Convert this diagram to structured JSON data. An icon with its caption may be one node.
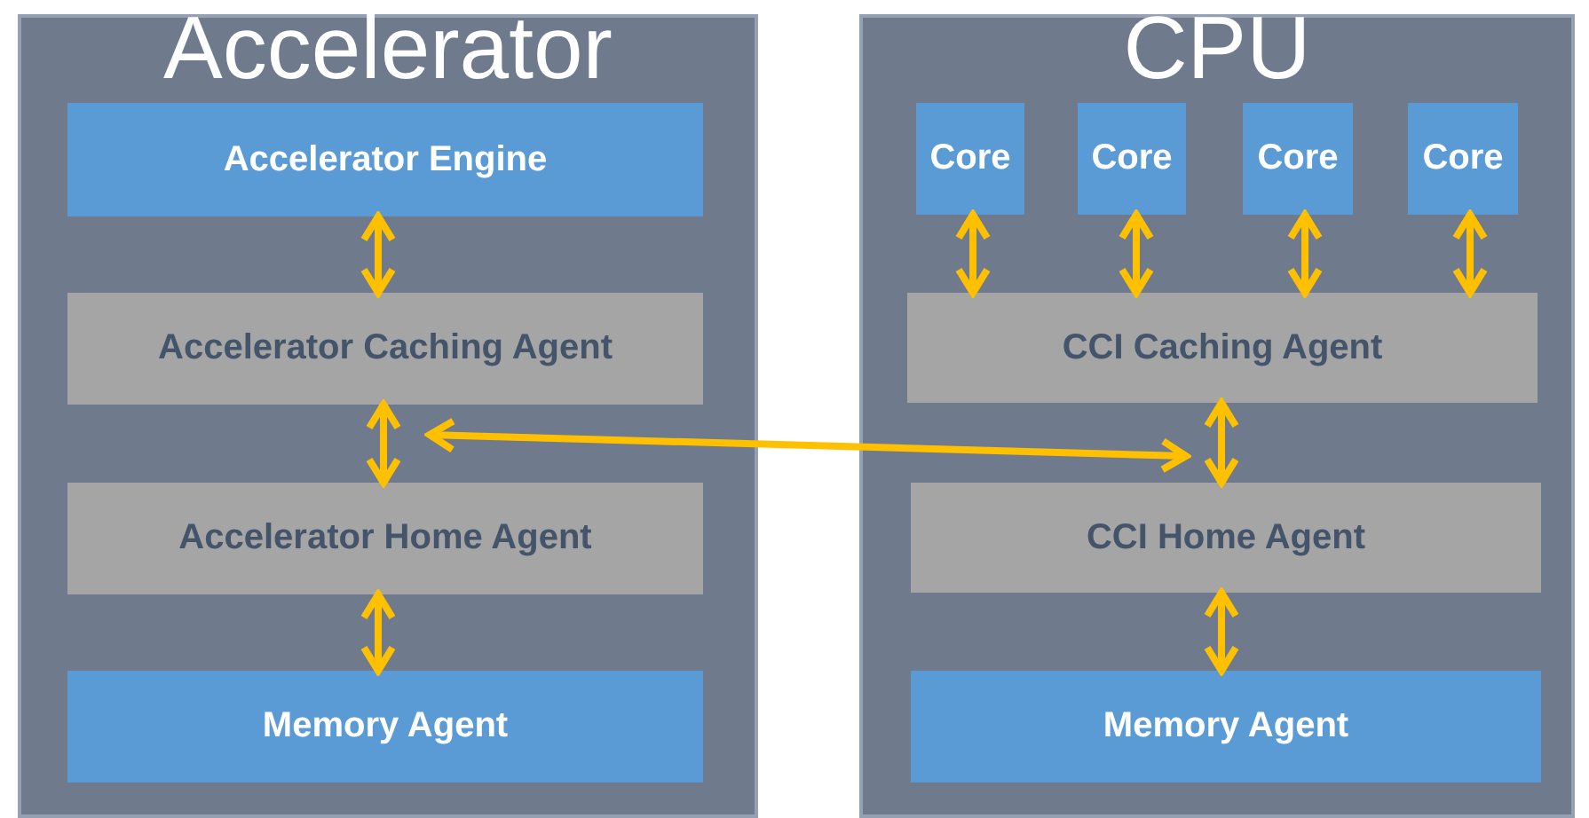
{
  "diagram": {
    "nodes": [
      {
        "text": [
          "Accelerator"
        ]
      },
      {
        "text": [
          "Accelerator Engine"
        ],
        "in": 0
      },
      {
        "text": [
          "Accelerator Caching Agent"
        ],
        "in": 0
      },
      {
        "text": [
          "Accelerator Home Agent"
        ],
        "in": 0
      },
      {
        "text": [
          "Memory Agent"
        ],
        "in": 0
      },
      {
        "text": [
          "CPU"
        ]
      },
      {
        "text": [
          "Core"
        ],
        "in": 5
      },
      {
        "text": [
          "Core"
        ],
        "in": 5
      },
      {
        "text": [
          "Core"
        ],
        "in": 5
      },
      {
        "text": [
          "Core"
        ],
        "in": 5
      },
      {
        "text": [
          "CCI Caching Agent"
        ],
        "in": 5
      },
      {
        "text": [
          "CCI Home Agent"
        ],
        "in": 5
      },
      {
        "text": [
          "Memory Agent"
        ],
        "in": 5
      }
    ],
    "edges": [
      {
        "from": 1,
        "to": 2,
        "arrow": "both"
      },
      {
        "from": 2,
        "to": 3,
        "arrow": "both"
      },
      {
        "from": 3,
        "to": 4,
        "arrow": "both"
      },
      {
        "from": 6,
        "to": 10,
        "arrow": "both"
      },
      {
        "from": 7,
        "to": 10,
        "arrow": "both"
      },
      {
        "from": 8,
        "to": 10,
        "arrow": "both"
      },
      {
        "from": 9,
        "to": 10,
        "arrow": "both"
      },
      {
        "from": 10,
        "to": 11,
        "arrow": "both"
      },
      {
        "from": 11,
        "to": 12,
        "arrow": "both"
      },
      {
        "from": 2,
        "to": 10,
        "arrow": "both"
      }
    ]
  }
}
